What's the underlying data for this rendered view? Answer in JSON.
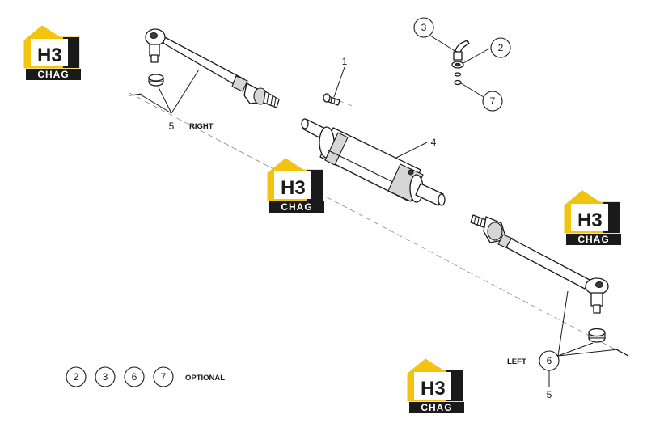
{
  "callouts": {
    "c1": "1",
    "c2": "2",
    "c3": "3",
    "c4": "4",
    "c5_right": "5",
    "c5_left": "5",
    "c6": "6",
    "c7": "7"
  },
  "labels": {
    "right": "RIGHT",
    "left": "LEFT",
    "optional": "OPTIONAL"
  },
  "legend": {
    "optional_items": [
      "2",
      "3",
      "6",
      "7"
    ]
  },
  "watermark": {
    "text": "CHAG",
    "letters": "H3",
    "accent_color": "#f2c40f",
    "dark_color": "#1a1a1a"
  },
  "colors": {
    "line": "#1a1a1a",
    "shade": "#d6d6d6"
  }
}
